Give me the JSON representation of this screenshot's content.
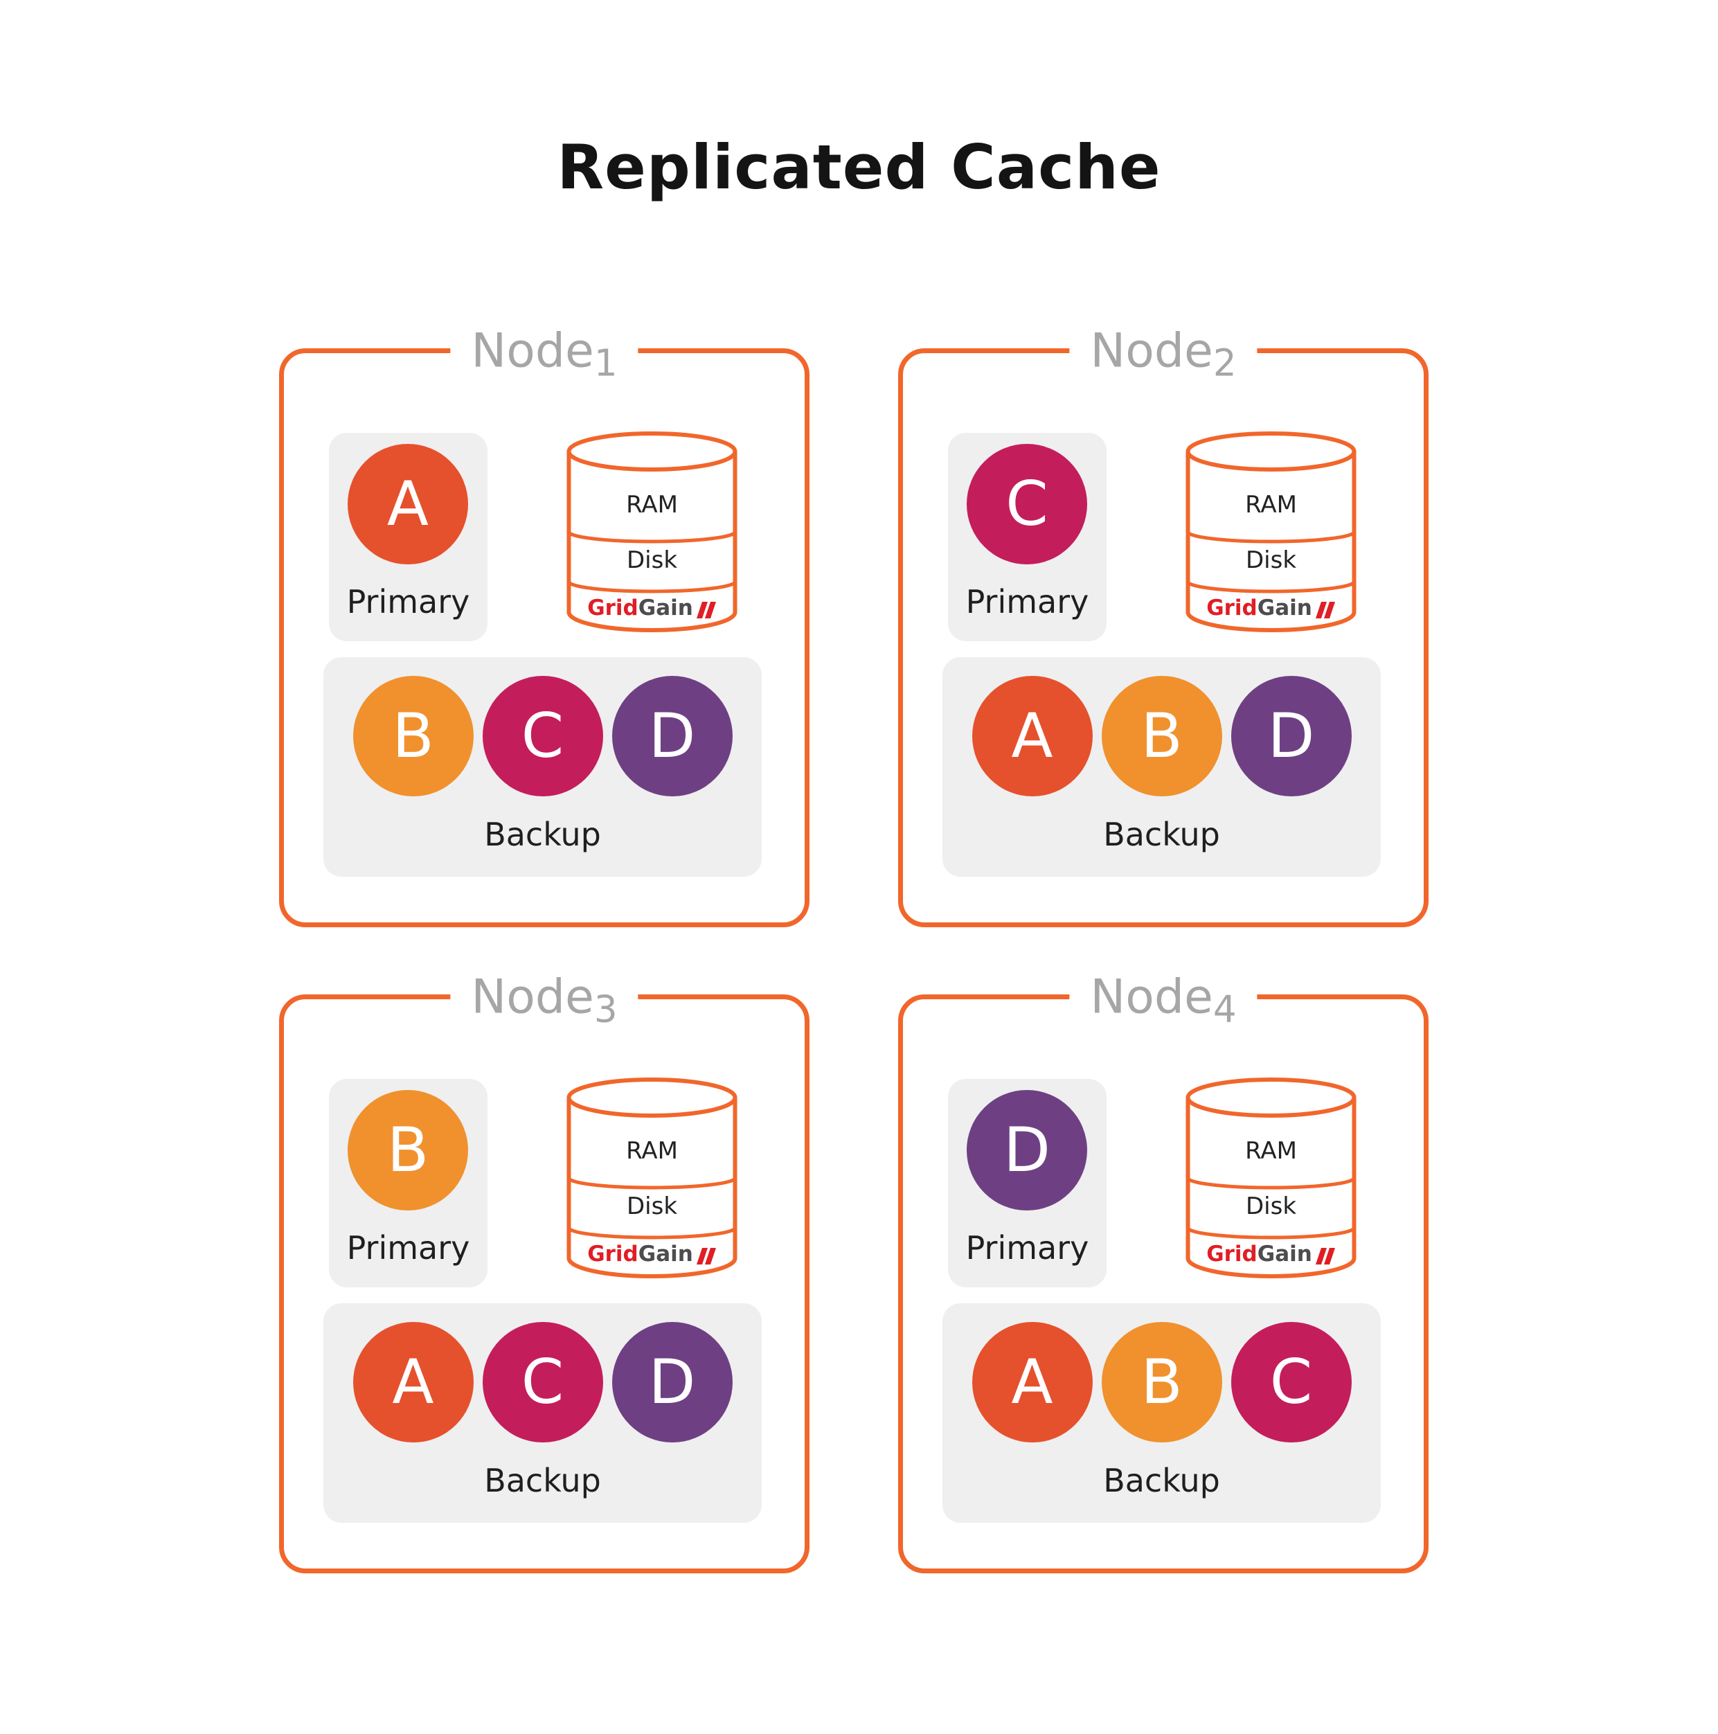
{
  "title": "Replicated Cache",
  "labels": {
    "primary": "Primary",
    "backup": "Backup",
    "ram": "RAM",
    "disk": "Disk",
    "logo_grid": "Grid",
    "logo_gain": "Gain"
  },
  "colors": {
    "A": "#E5512D",
    "B": "#F0912E",
    "C": "#C41D5C",
    "D": "#6E4083",
    "border": "#F1662B",
    "panel": "#EFEFEF",
    "node_title": "#A6A6A6",
    "logo_red": "#E01E25",
    "logo_dark": "#4D4D4F"
  },
  "nodes": [
    {
      "name": "Node",
      "subscript": "1",
      "primary": "A",
      "backups": [
        "B",
        "C",
        "D"
      ]
    },
    {
      "name": "Node",
      "subscript": "2",
      "primary": "C",
      "backups": [
        "A",
        "B",
        "D"
      ]
    },
    {
      "name": "Node",
      "subscript": "3",
      "primary": "B",
      "backups": [
        "A",
        "C",
        "D"
      ]
    },
    {
      "name": "Node",
      "subscript": "4",
      "primary": "D",
      "backups": [
        "A",
        "B",
        "C"
      ]
    }
  ]
}
